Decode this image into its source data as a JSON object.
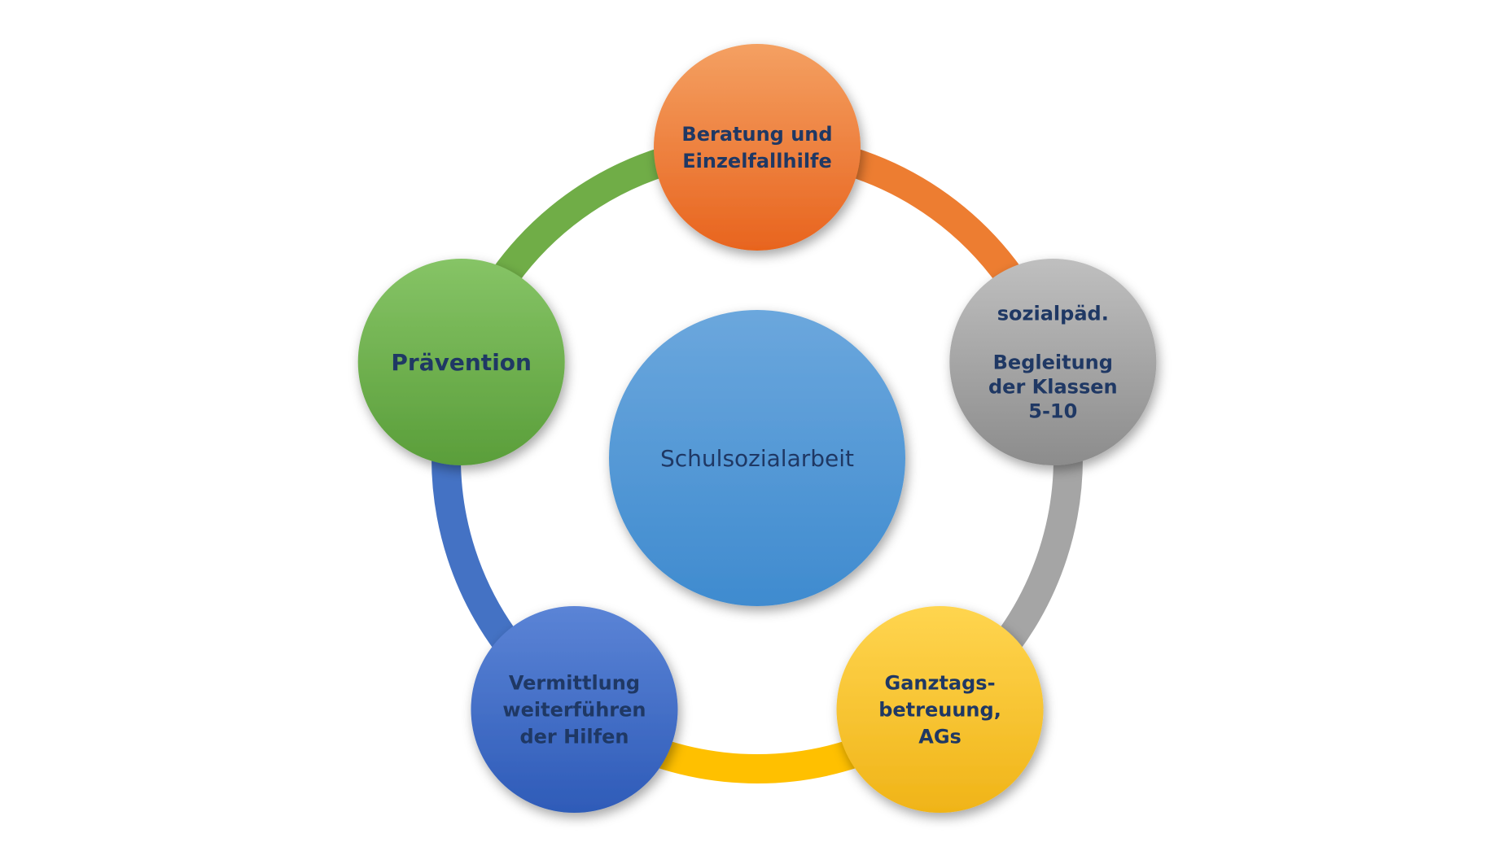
{
  "center": {
    "label": "Schulsozialarbeit",
    "color": "#5b9bd5"
  },
  "nodes": [
    {
      "id": "beratung",
      "lines": [
        "Beratung und",
        "Einzelfallhilfe"
      ],
      "color_top": "#f4a062",
      "color_bottom": "#e8641e",
      "arc_color": "#ed7d31"
    },
    {
      "id": "begleitung",
      "lines": [
        "sozialpäd.",
        "",
        "Begleitung",
        "der Klassen",
        "5-10"
      ],
      "color_top": "#bfbfbf",
      "color_bottom": "#8c8c8c",
      "arc_color": "#a5a5a5"
    },
    {
      "id": "ganztag",
      "lines": [
        "Ganztags-",
        "betreuung,",
        "AGs"
      ],
      "color_top": "#ffd54f",
      "color_bottom": "#f0b418",
      "arc_color": "#ffc000"
    },
    {
      "id": "vermittlung",
      "lines": [
        "Vermittlung",
        "weiterführen",
        "der Hilfen"
      ],
      "color_top": "#5b84d6",
      "color_bottom": "#2e5bb8",
      "arc_color": "#4472c4"
    },
    {
      "id": "praevention",
      "lines": [
        "Prävention"
      ],
      "color_top": "#86c466",
      "color_bottom": "#5a9e3a",
      "arc_color": "#70ad47"
    }
  ]
}
